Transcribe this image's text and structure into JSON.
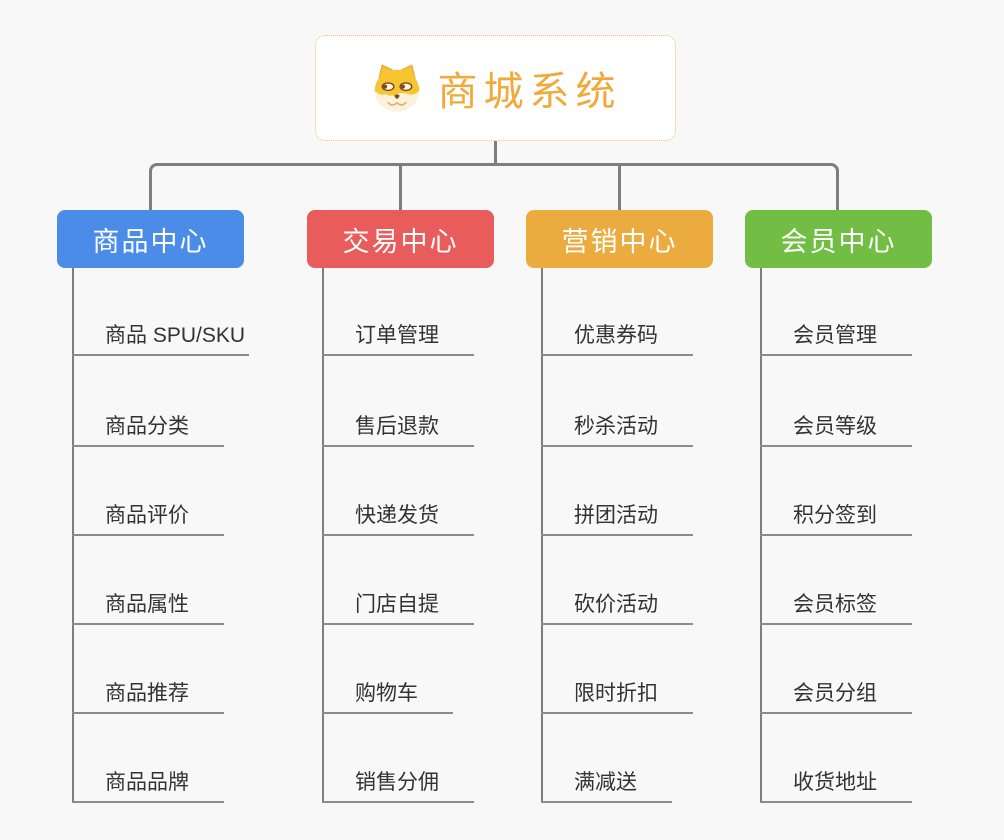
{
  "root": {
    "title": "商城系统",
    "icon": "dog-face-icon"
  },
  "branches": [
    {
      "label": "商品中心",
      "color": "#4A8CE8",
      "children": [
        "商品 SPU/SKU",
        "商品分类",
        "商品评价",
        "商品属性",
        "商品推荐",
        "商品品牌"
      ]
    },
    {
      "label": "交易中心",
      "color": "#E85D5C",
      "children": [
        "订单管理",
        "售后退款",
        "快递发货",
        "门店自提",
        "购物车",
        "销售分佣"
      ]
    },
    {
      "label": "营销中心",
      "color": "#EBAB3F",
      "children": [
        "优惠券码",
        "秒杀活动",
        "拼团活动",
        "砍价活动",
        "限时折扣",
        "满减送"
      ]
    },
    {
      "label": "会员中心",
      "color": "#72BE44",
      "children": [
        "会员管理",
        "会员等级",
        "积分签到",
        "会员标签",
        "会员分组",
        "收货地址"
      ]
    }
  ],
  "colors": {
    "background": "#F8F8F8",
    "connector": "#7E7E7E",
    "underline": "#8C8C8C",
    "leaf_text": "#333333",
    "root_accent": "#F2A93C",
    "root_border": "#F5BE6E"
  }
}
